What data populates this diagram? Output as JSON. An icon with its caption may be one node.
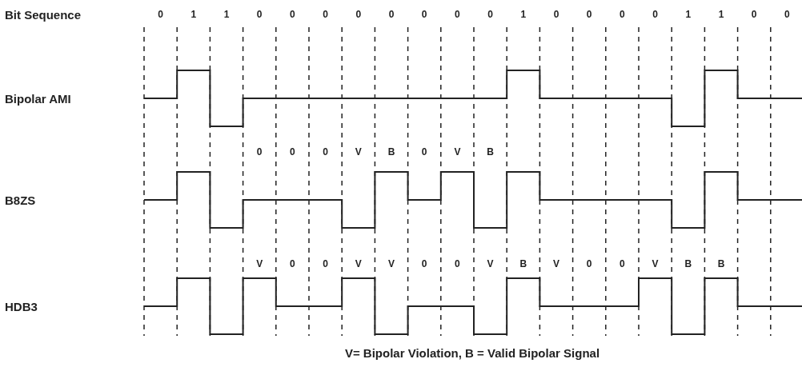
{
  "diagram": {
    "caption": "V= Bipolar Violation, B = Valid Bipolar Signal",
    "labels": [
      "Bit Sequence",
      "0",
      "1",
      "1",
      "0",
      "0",
      "0",
      "0",
      "0",
      "0",
      "0",
      "0",
      "1",
      "0",
      "0",
      "0",
      "0",
      "1",
      "1",
      "0",
      "0",
      "Bipolar AMI",
      "0",
      "0",
      "0",
      "V",
      "B",
      "0",
      "V",
      "B",
      "B8ZS",
      "V",
      "0",
      "0",
      "V",
      "V",
      "0",
      "0",
      "V",
      "B",
      "V",
      "0",
      "0",
      "V",
      "B",
      "B",
      "HDB3"
    ]
  }
}
